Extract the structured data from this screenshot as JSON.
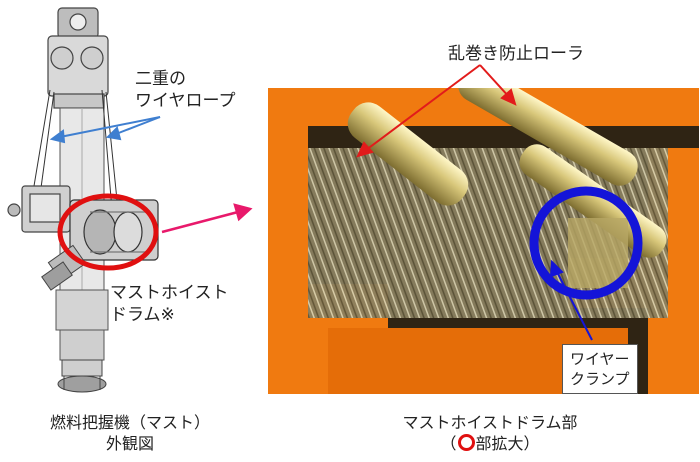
{
  "labels": {
    "double_wire_rope": [
      "二重の",
      "ワイヤロープ"
    ],
    "anti_tangle_roller": "乱巻き防止ローラ",
    "mast_hoist_drum": [
      "マストホイスト",
      "ドラム※"
    ],
    "wire_clamp": [
      "ワイヤー",
      "クランプ"
    ]
  },
  "captions": {
    "left": [
      "燃料把握機（マスト）",
      "外観図"
    ],
    "right_line1": "マストホイストドラム部",
    "right_line2_open": "（",
    "right_line2_text": "部拡大）"
  },
  "colors": {
    "arrow_blue": "#3f7fd0",
    "arrow_red": "#e21b1b",
    "arrow_pink": "#e8196b",
    "circle_red": "#e01010",
    "circle_blue": "#1414d8",
    "drum_orange": "#f07a10"
  }
}
